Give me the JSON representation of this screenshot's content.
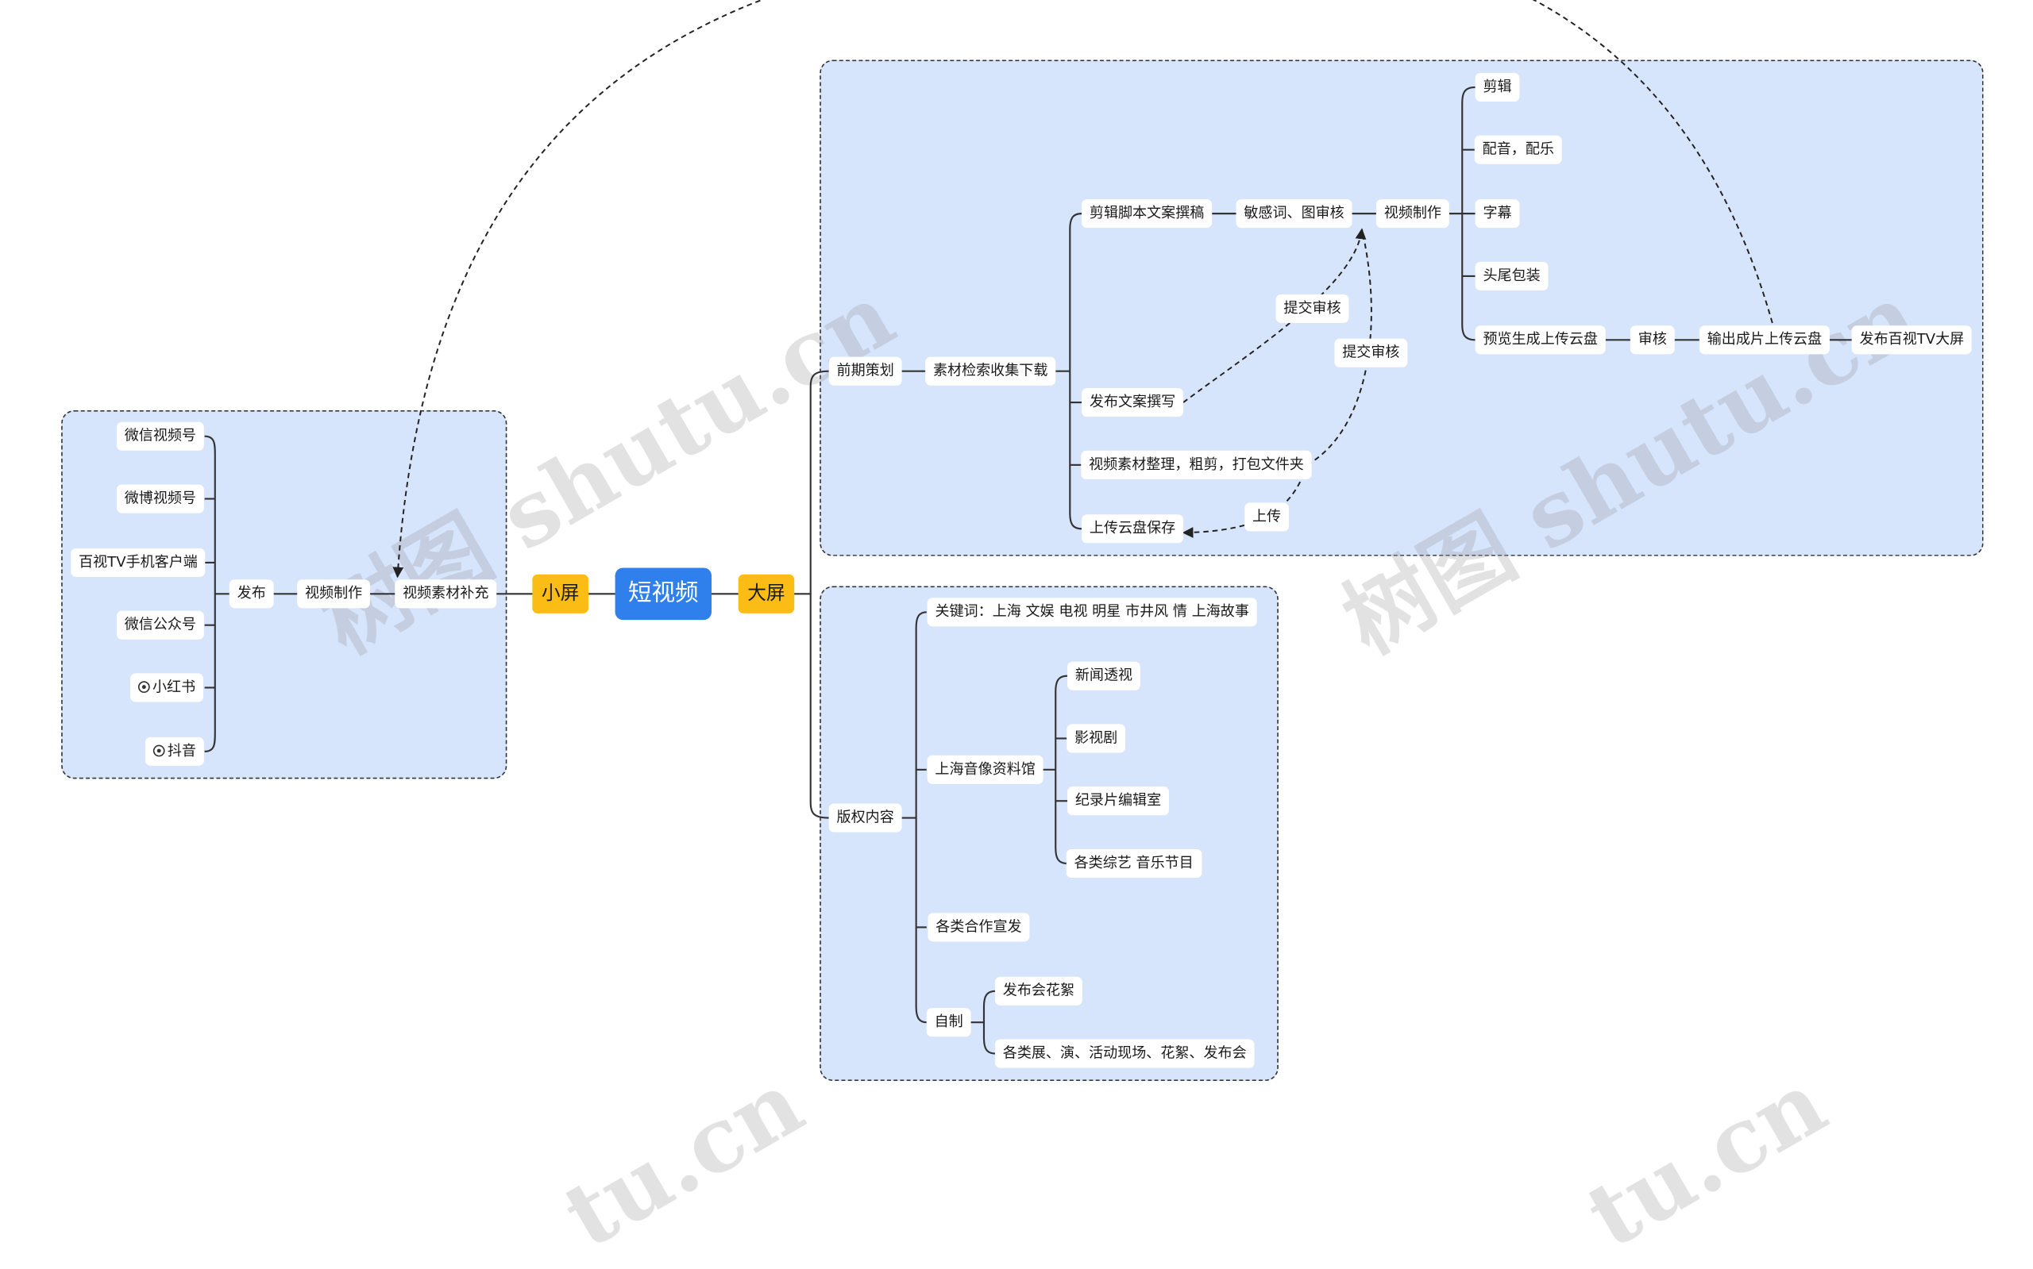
{
  "watermark": "树图 shutu.cn",
  "watermark_partial": "tu.cn",
  "root": "短视频",
  "small": {
    "label": "小屏",
    "n_supplement": "视频素材补充",
    "n_make": "视频制作",
    "n_publish": "发布",
    "platforms": [
      "微信视频号",
      "微博视频号",
      "百视TV手机客户端",
      "微信公众号",
      "小红书",
      "抖音"
    ]
  },
  "big": {
    "label": "大屏",
    "pre": {
      "label": "前期策划",
      "collect": "素材检索收集下载",
      "script": "剪辑脚本文案撰稿",
      "sensitive": "敏感词、图审核",
      "video_make": "视频制作",
      "cut": "剪辑",
      "dub": "配音，配乐",
      "subtitle": "字幕",
      "package": "头尾包装",
      "preview": "预览生成上传云盘",
      "review": "审核",
      "output": "输出成片上传云盘",
      "publish_tv": "发布百视TV大屏",
      "publish_copy": "发布文案撰写",
      "organize": "视频素材整理，粗剪，打包文件夹",
      "cloud_save": "上传云盘保存",
      "submit1": "提交审核",
      "submit2": "提交审核",
      "upload": "上传"
    },
    "copyright": {
      "label": "版权内容",
      "keywords": "关键词：上海 文娱 电视 明星 市井风 情 上海故事",
      "archive": "上海音像资料馆",
      "news": "新闻透视",
      "drama": "影视剧",
      "documentary": "纪录片编辑室",
      "variety": "各类综艺 音乐节目",
      "coop": "各类合作宣发",
      "self": "自制",
      "launch": "发布会花絮",
      "events": "各类展、演、活动现场、花絮、发布会"
    }
  }
}
